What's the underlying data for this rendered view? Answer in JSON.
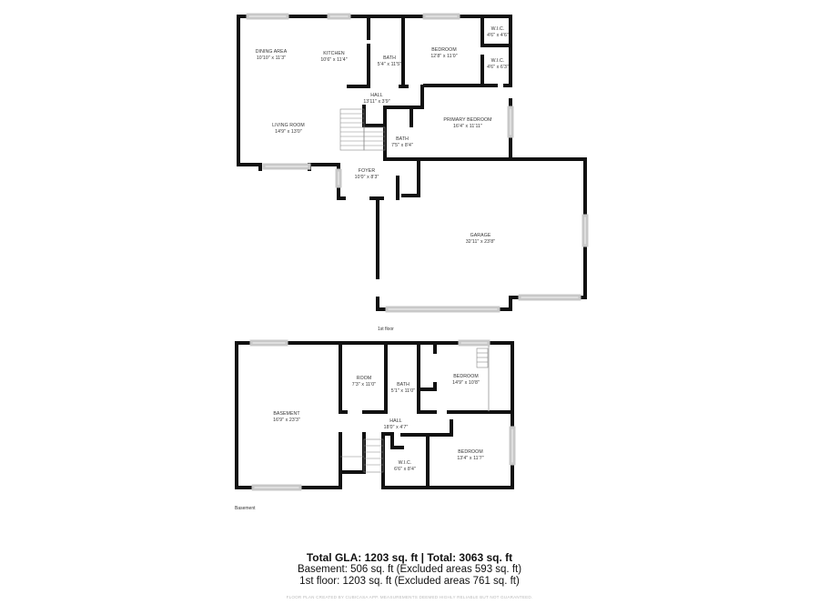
{
  "floors": [
    {
      "name": "1st floor",
      "rooms": [
        {
          "id": "dining-area",
          "name": "DINING AREA",
          "dims": "10'10\" x 11'3\""
        },
        {
          "id": "kitchen",
          "name": "KITCHEN",
          "dims": "10'6\" x 11'4\""
        },
        {
          "id": "bath-upper",
          "name": "BATH",
          "dims": "5'4\" x 11'5\""
        },
        {
          "id": "bedroom",
          "name": "BEDROOM",
          "dims": "12'8\" x 11'0\""
        },
        {
          "id": "wic-1",
          "name": "W.I.C.",
          "dims": "4'6\" x 4'6\""
        },
        {
          "id": "wic-2",
          "name": "W.I.C.",
          "dims": "4'6\" x 6'3\""
        },
        {
          "id": "hall",
          "name": "HALL",
          "dims": "13'11\" x 3'9\""
        },
        {
          "id": "living-room",
          "name": "LIVING ROOM",
          "dims": "14'9\" x 13'0\""
        },
        {
          "id": "primary-bedroom",
          "name": "PRIMARY BEDROOM",
          "dims": "16'4\" x 11'11\""
        },
        {
          "id": "bath-lower",
          "name": "BATH",
          "dims": "7'5\" x 8'4\""
        },
        {
          "id": "foyer",
          "name": "FOYER",
          "dims": "10'0\" x 8'3\""
        },
        {
          "id": "garage",
          "name": "GARAGE",
          "dims": "32'11\" x 23'8\""
        }
      ]
    },
    {
      "name": "Basement",
      "rooms": [
        {
          "id": "basement",
          "name": "BASEMENT",
          "dims": "16'9\" x 23'3\""
        },
        {
          "id": "room",
          "name": "ROOM",
          "dims": "7'3\" x 11'0\""
        },
        {
          "id": "bath",
          "name": "BATH",
          "dims": "5'1\" x 11'0\""
        },
        {
          "id": "bedroom-1",
          "name": "BEDROOM",
          "dims": "14'9\" x 10'8\""
        },
        {
          "id": "hall",
          "name": "HALL",
          "dims": "18'0\" x 4'7\""
        },
        {
          "id": "wic",
          "name": "W.I.C.",
          "dims": "6'6\" x 8'4\""
        },
        {
          "id": "bedroom-2",
          "name": "BEDROOM",
          "dims": "13'4\" x 11'7\""
        }
      ]
    }
  ],
  "summary": {
    "total": "Total GLA: 1203 sq. ft | Total: 3063 sq. ft",
    "basement": "Basement: 506 sq. ft (Excluded areas 593 sq. ft)",
    "first_floor": "1st floor: 1203 sq. ft (Excluded areas 761 sq. ft)"
  },
  "disclaimer": "FLOOR PLAN CREATED BY CUBICASA APP. MEASUREMENTS DEEMED HIGHLY RELIABLE BUT NOT GUARANTEED."
}
